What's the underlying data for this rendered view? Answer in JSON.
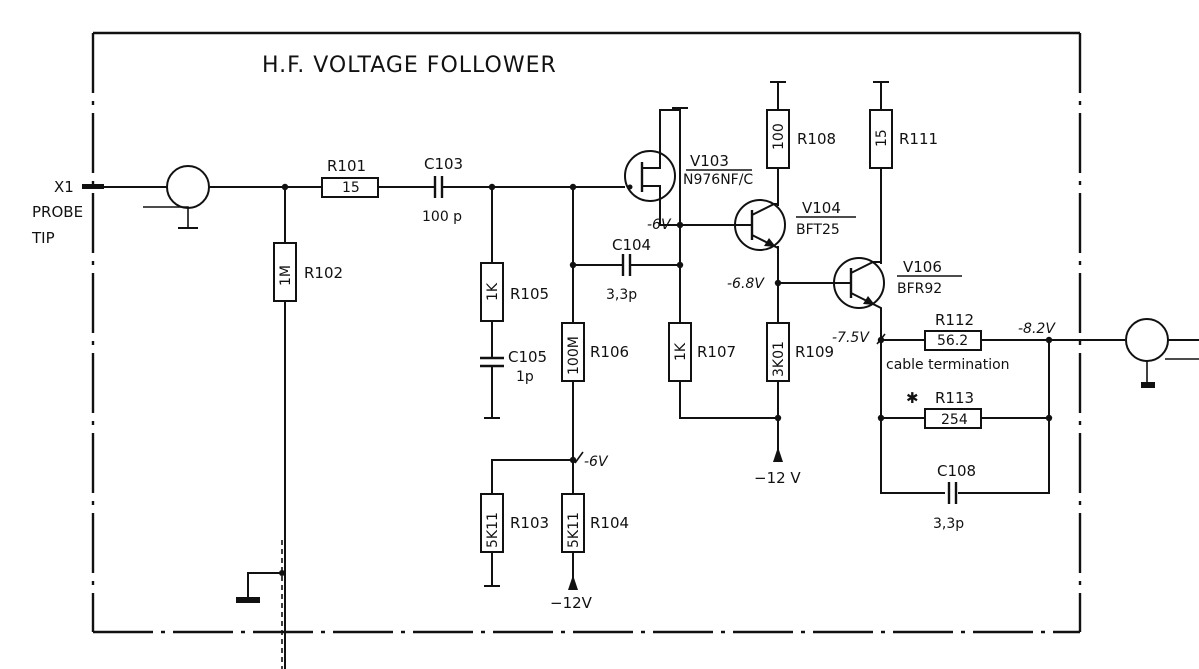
{
  "title": "H.F.  VOLTAGE  FOLLOWER",
  "probe": {
    "connector": "X1",
    "line1": "PROBE",
    "line2": "TIP"
  },
  "components": {
    "R101": {
      "ref": "R101",
      "value": "15"
    },
    "C103": {
      "ref": "C103",
      "value": "100 p"
    },
    "R102": {
      "ref": "R102",
      "value": "1M"
    },
    "R105": {
      "ref": "R105",
      "value": "1K"
    },
    "C105": {
      "ref": "C105",
      "value": "1p"
    },
    "C104": {
      "ref": "C104",
      "value": "3,3p"
    },
    "R106": {
      "ref": "R106",
      "value": "100M"
    },
    "R103": {
      "ref": "R103",
      "value": "5K11"
    },
    "R104": {
      "ref": "R104",
      "value": "5K11"
    },
    "V103": {
      "ref": "V103",
      "type": "N976NF/C"
    },
    "R107": {
      "ref": "R107",
      "value": "1K"
    },
    "R108": {
      "ref": "R108",
      "value": "100"
    },
    "V104": {
      "ref": "V104",
      "type": "BFT25"
    },
    "R109": {
      "ref": "R109",
      "value": "3K01"
    },
    "R111": {
      "ref": "R111",
      "value": "15"
    },
    "V106": {
      "ref": "V106",
      "type": "BFR92"
    },
    "R112": {
      "ref": "R112",
      "value": "56.2",
      "note": "cable termination"
    },
    "R113": {
      "ref": "R113",
      "value": "254",
      "mark": "✱"
    },
    "C108": {
      "ref": "C108",
      "value": "3,3p"
    }
  },
  "voltages": {
    "v103_source": "-6V",
    "r106_tap": "-6V",
    "v104_emitter": "-6.8V",
    "v106_emitter": "-7.5V",
    "output": "-8.2V",
    "supply_r104": "−12V",
    "supply_mid": "−12 V"
  }
}
